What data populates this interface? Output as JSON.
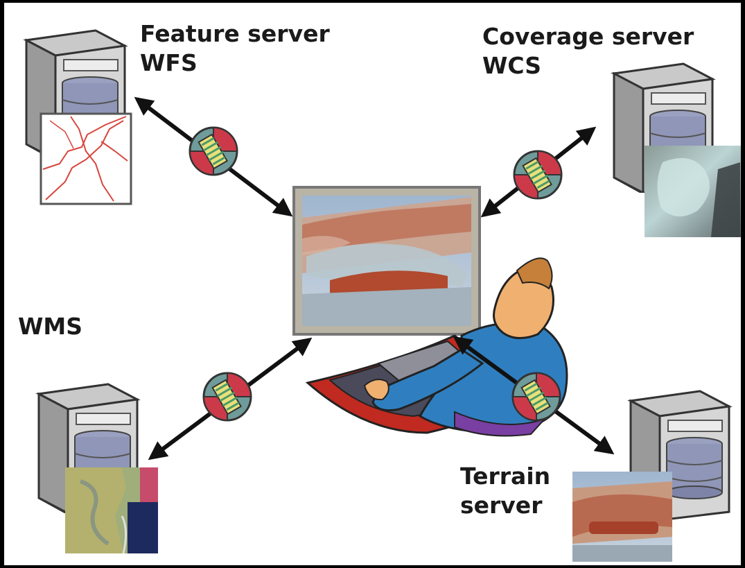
{
  "labels": {
    "feature_server": [
      "Feature server",
      "WFS"
    ],
    "coverage_server": [
      "Coverage server",
      "WCS"
    ],
    "wms": "WMS",
    "terrain_server": [
      "Terrain",
      "server"
    ]
  },
  "colors": {
    "background": "#ffffff",
    "frame": "#000000",
    "arrow": "#111111",
    "server_light": "#d4d4d4",
    "server_mid": "#a9a9a9",
    "server_dark": "#7d7d7d",
    "disk": "#8f96b8",
    "map_line": "#d8463e",
    "globe_red": "#cc3a4a",
    "globe_teal": "#6f9c9a",
    "globe_yellow": "#e9e07a",
    "person_blue": "#2f7fc0",
    "person_skin": "#f0b070",
    "person_purple": "#7a3fa2",
    "person_red": "#c02a20"
  },
  "icons": [
    "server-icon",
    "vector-map-icon",
    "satellite-image-icon",
    "terrain-view-icon",
    "globe-icon",
    "user-at-workstation-icon"
  ]
}
